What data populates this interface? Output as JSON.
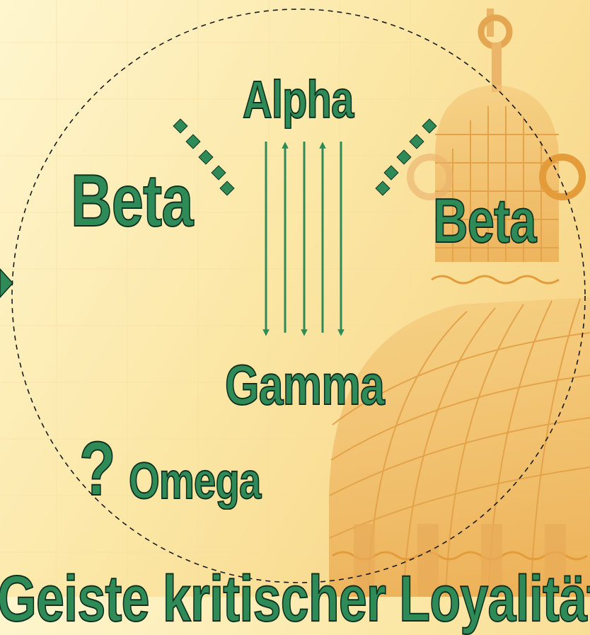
{
  "diagram": {
    "nodes": {
      "top": "Alpha",
      "left": "Beta",
      "right": "Beta",
      "center": "Gamma",
      "question_mark": "?",
      "bottom": "Omega"
    },
    "footer_text": "Geiste kritischer Loyalität",
    "colors": {
      "label_fill": "#2e8b57",
      "label_stroke": "#0f2f1f",
      "arrow": "#2e8b57",
      "dashed_circle": "#1a1a1a",
      "dome_line": "#e3a34a"
    }
  }
}
